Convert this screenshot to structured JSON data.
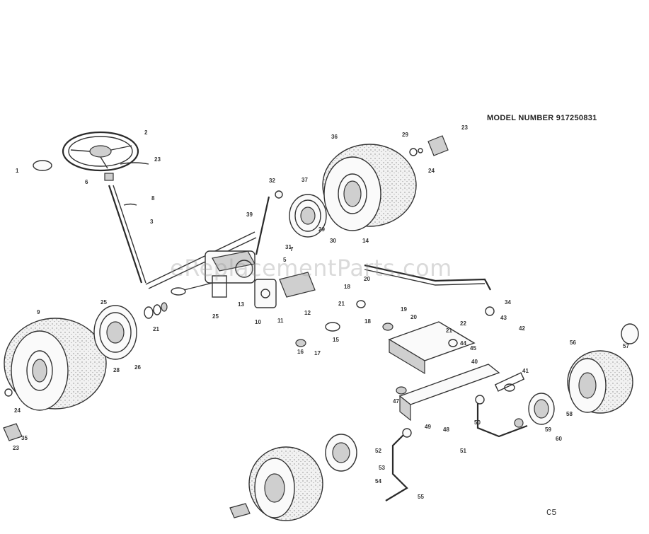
{
  "header": {
    "model_number": "MODEL NUMBER 917250831"
  },
  "footer": {
    "code": "C5"
  },
  "watermark": {
    "text": "eReplacementParts.com"
  },
  "callouts": [
    "1",
    "2",
    "23",
    "6",
    "8",
    "3",
    "36",
    "29",
    "23",
    "24",
    "37",
    "32",
    "39",
    "29",
    "30",
    "14",
    "18",
    "20",
    "21",
    "13",
    "10",
    "11",
    "12",
    "15",
    "16",
    "17",
    "18",
    "19",
    "20",
    "21",
    "22",
    "25",
    "31",
    "5",
    "7",
    "9",
    "25",
    "21",
    "28",
    "26",
    "24",
    "23",
    "35",
    "34",
    "43",
    "42",
    "44",
    "45",
    "40",
    "41",
    "47",
    "48",
    "49",
    "50",
    "51",
    "52",
    "53",
    "54",
    "55",
    "56",
    "57",
    "58",
    "59",
    "60"
  ],
  "colors": {
    "line": "#333333",
    "background": "#ffffff"
  }
}
